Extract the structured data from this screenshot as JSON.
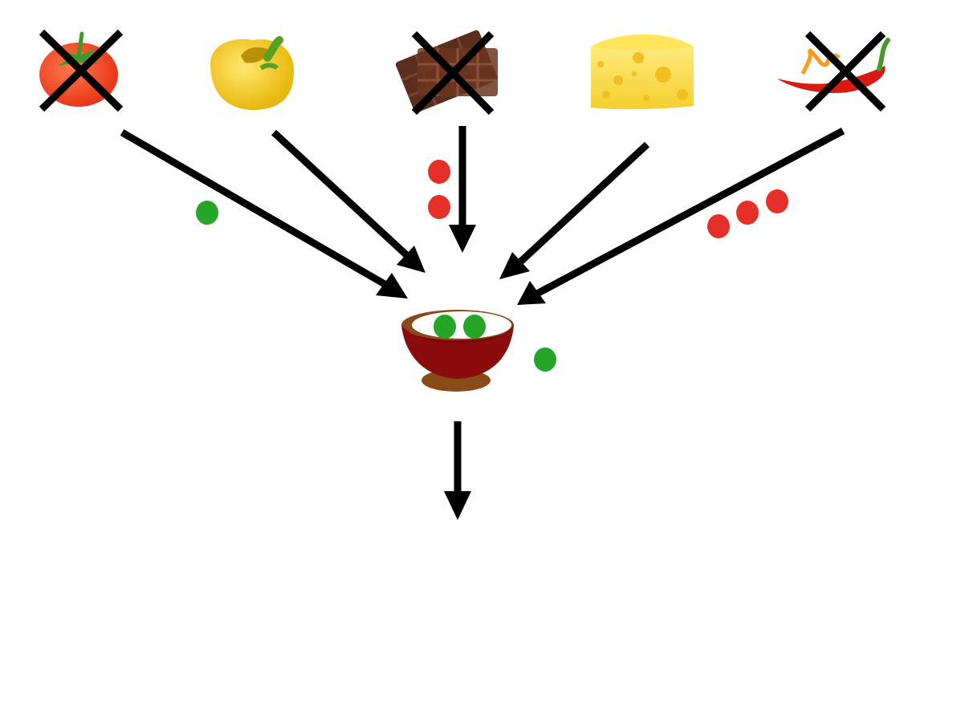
{
  "ingredients": [
    {
      "name": "tomato-icon",
      "crossed": true,
      "marks": {
        "color": "green",
        "count": 1
      }
    },
    {
      "name": "yellow-pepper-icon",
      "crossed": false,
      "marks": {
        "color": "none",
        "count": 0
      }
    },
    {
      "name": "chocolate-icon",
      "crossed": true,
      "marks": {
        "color": "red",
        "count": 2
      }
    },
    {
      "name": "cheese-icon",
      "crossed": false,
      "marks": {
        "color": "none",
        "count": 0
      }
    },
    {
      "name": "chili-pepper-icon",
      "crossed": true,
      "marks": {
        "color": "red",
        "count": 3
      }
    }
  ],
  "bowl": {
    "name": "bowl-icon",
    "inside_marks": {
      "color": "green",
      "count": 2
    },
    "side_marks": {
      "color": "green",
      "count": 1
    }
  },
  "colors": {
    "green": "#27a528",
    "red": "#e5302a",
    "arrow": "#000000",
    "cross": "#000000"
  }
}
